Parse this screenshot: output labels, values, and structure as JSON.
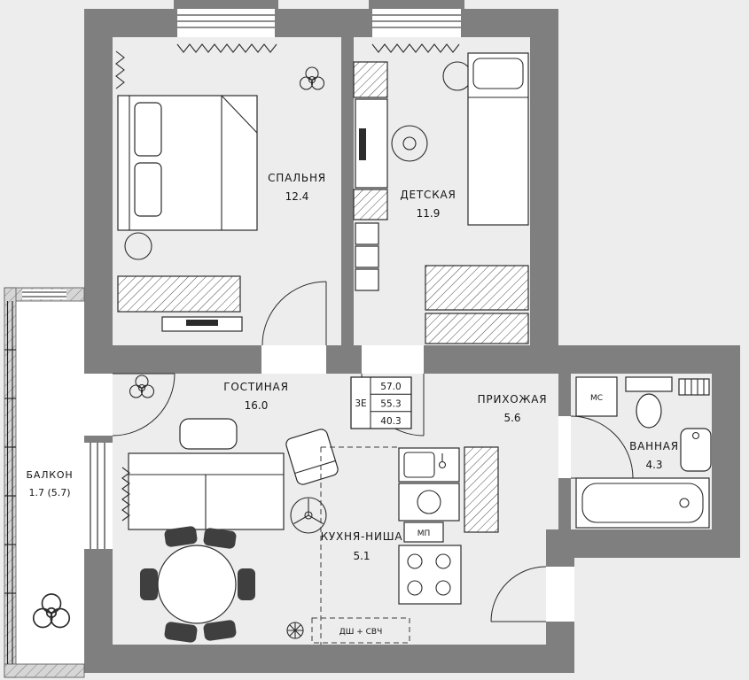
{
  "plan": {
    "background": "#ededed",
    "wall_color": "#7f7f7f",
    "rooms": [
      {
        "id": "bedroom",
        "name": "СПАЛЬНЯ",
        "area": "12.4"
      },
      {
        "id": "kids",
        "name": "ДЕТСКАЯ",
        "area": "11.9"
      },
      {
        "id": "living",
        "name": "ГОСТИНАЯ",
        "area": "16.0"
      },
      {
        "id": "hallway",
        "name": "ПРИХОЖАЯ",
        "area": "5.6"
      },
      {
        "id": "bathroom",
        "name": "ВАННАЯ",
        "area": "4.3"
      },
      {
        "id": "kitchen",
        "name": "КУХНЯ-НИША",
        "area": "5.1"
      },
      {
        "id": "balcony",
        "name": "БАЛКОН",
        "area": "1.7 (5.7)"
      }
    ],
    "info_table": {
      "layout_type": "3Е",
      "row1": "57.0",
      "row2": "55.3",
      "row3": "40.3"
    },
    "labels": {
      "washing_machine": "МС",
      "dishwasher": "МП",
      "oven_microwave": "ДШ + СВЧ"
    }
  }
}
